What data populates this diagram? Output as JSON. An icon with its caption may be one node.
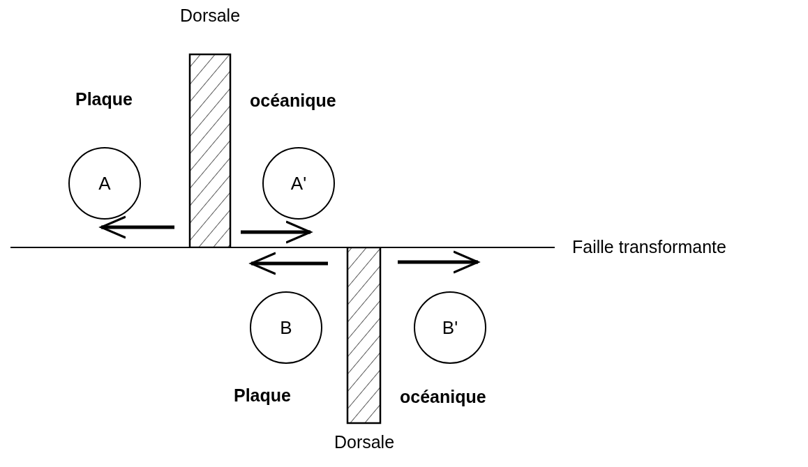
{
  "diagram": {
    "nodes": [
      {
        "text": [
          "Dorsale"
        ]
      },
      {
        "text": [
          "A"
        ]
      },
      {
        "text": [
          "A'"
        ]
      },
      {
        "text": [
          "B"
        ]
      },
      {
        "text": [
          "B'"
        ]
      },
      {
        "text": [
          "Dorsale"
        ]
      }
    ],
    "labels": [
      "Plaque",
      "océanique",
      "Faille transformante",
      "Plaque",
      "océanique"
    ]
  }
}
